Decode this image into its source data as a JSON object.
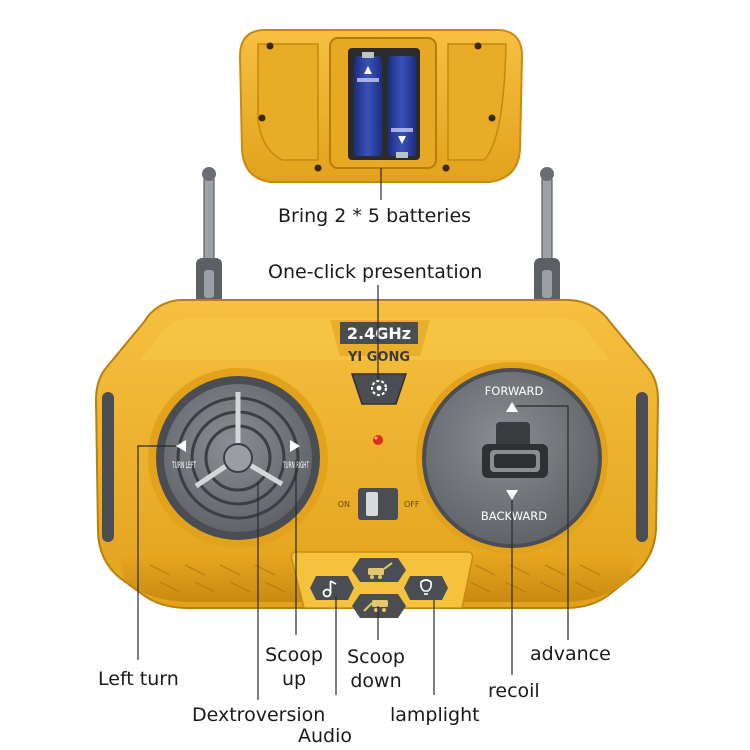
{
  "brand": {
    "frequency": "2.4GHz",
    "name": "YI GONG"
  },
  "switch": {
    "on": "ON",
    "off": "OFF"
  },
  "left_stick": {
    "turn_left": "TURN LEFT",
    "turn_right": "TURN RIGHT"
  },
  "right_stick": {
    "forward": "FORWARD",
    "backward": "BACKWARD"
  },
  "callouts": {
    "batteries": "Bring 2 * 5 batteries",
    "presentation": "One-click presentation",
    "left_turn": "Left turn",
    "scoop_up": "Scoop up",
    "dextroversion": "Dextroversion",
    "audio": "Audio",
    "scoop_down": "Scoop down",
    "lamplight": "lamplight",
    "recoil": "recoil",
    "advance": "advance"
  },
  "colors": {
    "body_yellow": "#f0b429",
    "body_shade": "#c98a12",
    "dark_grey": "#4a4d52",
    "stick_grey": "#6b6e72",
    "battery_blue": "#2a3f9a"
  }
}
